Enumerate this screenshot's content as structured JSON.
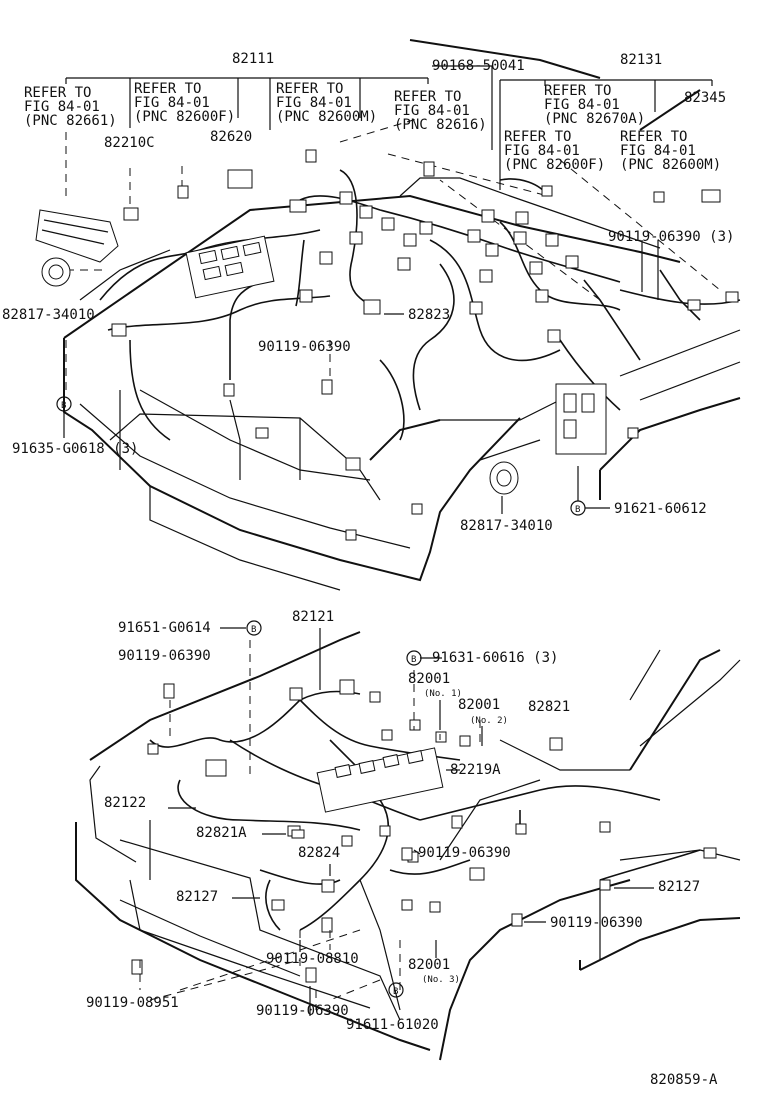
{
  "top": {
    "part_82111": "82111",
    "part_82131": "82131",
    "part_90168_50041": "90168-50041",
    "part_82345": "82345",
    "part_82210c": "82210C",
    "part_82620": "82620",
    "part_82817_left": "82817-34010",
    "part_82823": "82823",
    "part_90119_top": "90119-06390",
    "part_90119_3": "90119-06390 (3)",
    "part_91635": "91635-G0618 (3)",
    "part_82817_right": "82817-34010",
    "part_91621": "91621-60612",
    "refers": [
      {
        "l1": "REFER TO",
        "l2": "FIG 84-01",
        "l3": "(PNC 82661)"
      },
      {
        "l1": "REFER TO",
        "l2": "FIG 84-01",
        "l3": "(PNC 82600F)"
      },
      {
        "l1": "REFER TO",
        "l2": "FIG 84-01",
        "l3": "(PNC 82600M)"
      },
      {
        "l1": "REFER TO",
        "l2": "FIG 84-01",
        "l3": "(PNC 82616)"
      },
      {
        "l1": "REFER TO",
        "l2": "FIG 84-01",
        "l3": "(PNC 82670A)"
      },
      {
        "l1": "REFER TO",
        "l2": "FIG 84-01",
        "l3": "(PNC 82600F)"
      },
      {
        "l1": "REFER TO",
        "l2": "FIG 84-01",
        "l3": "(PNC 82600M)"
      }
    ],
    "bolt_b": "B"
  },
  "bottom": {
    "part_91651": "91651-G0614",
    "part_90119_a": "90119-06390",
    "part_82121": "82121",
    "part_91631": "91631-60616 (3)",
    "part_82001_1": "82001",
    "no1": "(No. 1)",
    "part_82001_2": "82001",
    "no2": "(No. 2)",
    "part_82821": "82821",
    "part_82219a": "82219A",
    "part_82122": "82122",
    "part_82821a": "82821A",
    "part_82824": "82824",
    "part_90119_b": "90119-06390",
    "part_82127_left": "82127",
    "part_82127_right": "82127",
    "part_90119_c": "90119-06390",
    "part_90119_08810": "90119-08810",
    "part_82001_3": "82001",
    "no3": "(No. 3)",
    "part_90119_08951": "90119-08951",
    "part_90119_d": "90119-06390",
    "part_91611": "91611-61020",
    "bolt_b": "B"
  },
  "figure_id": "820859-A"
}
